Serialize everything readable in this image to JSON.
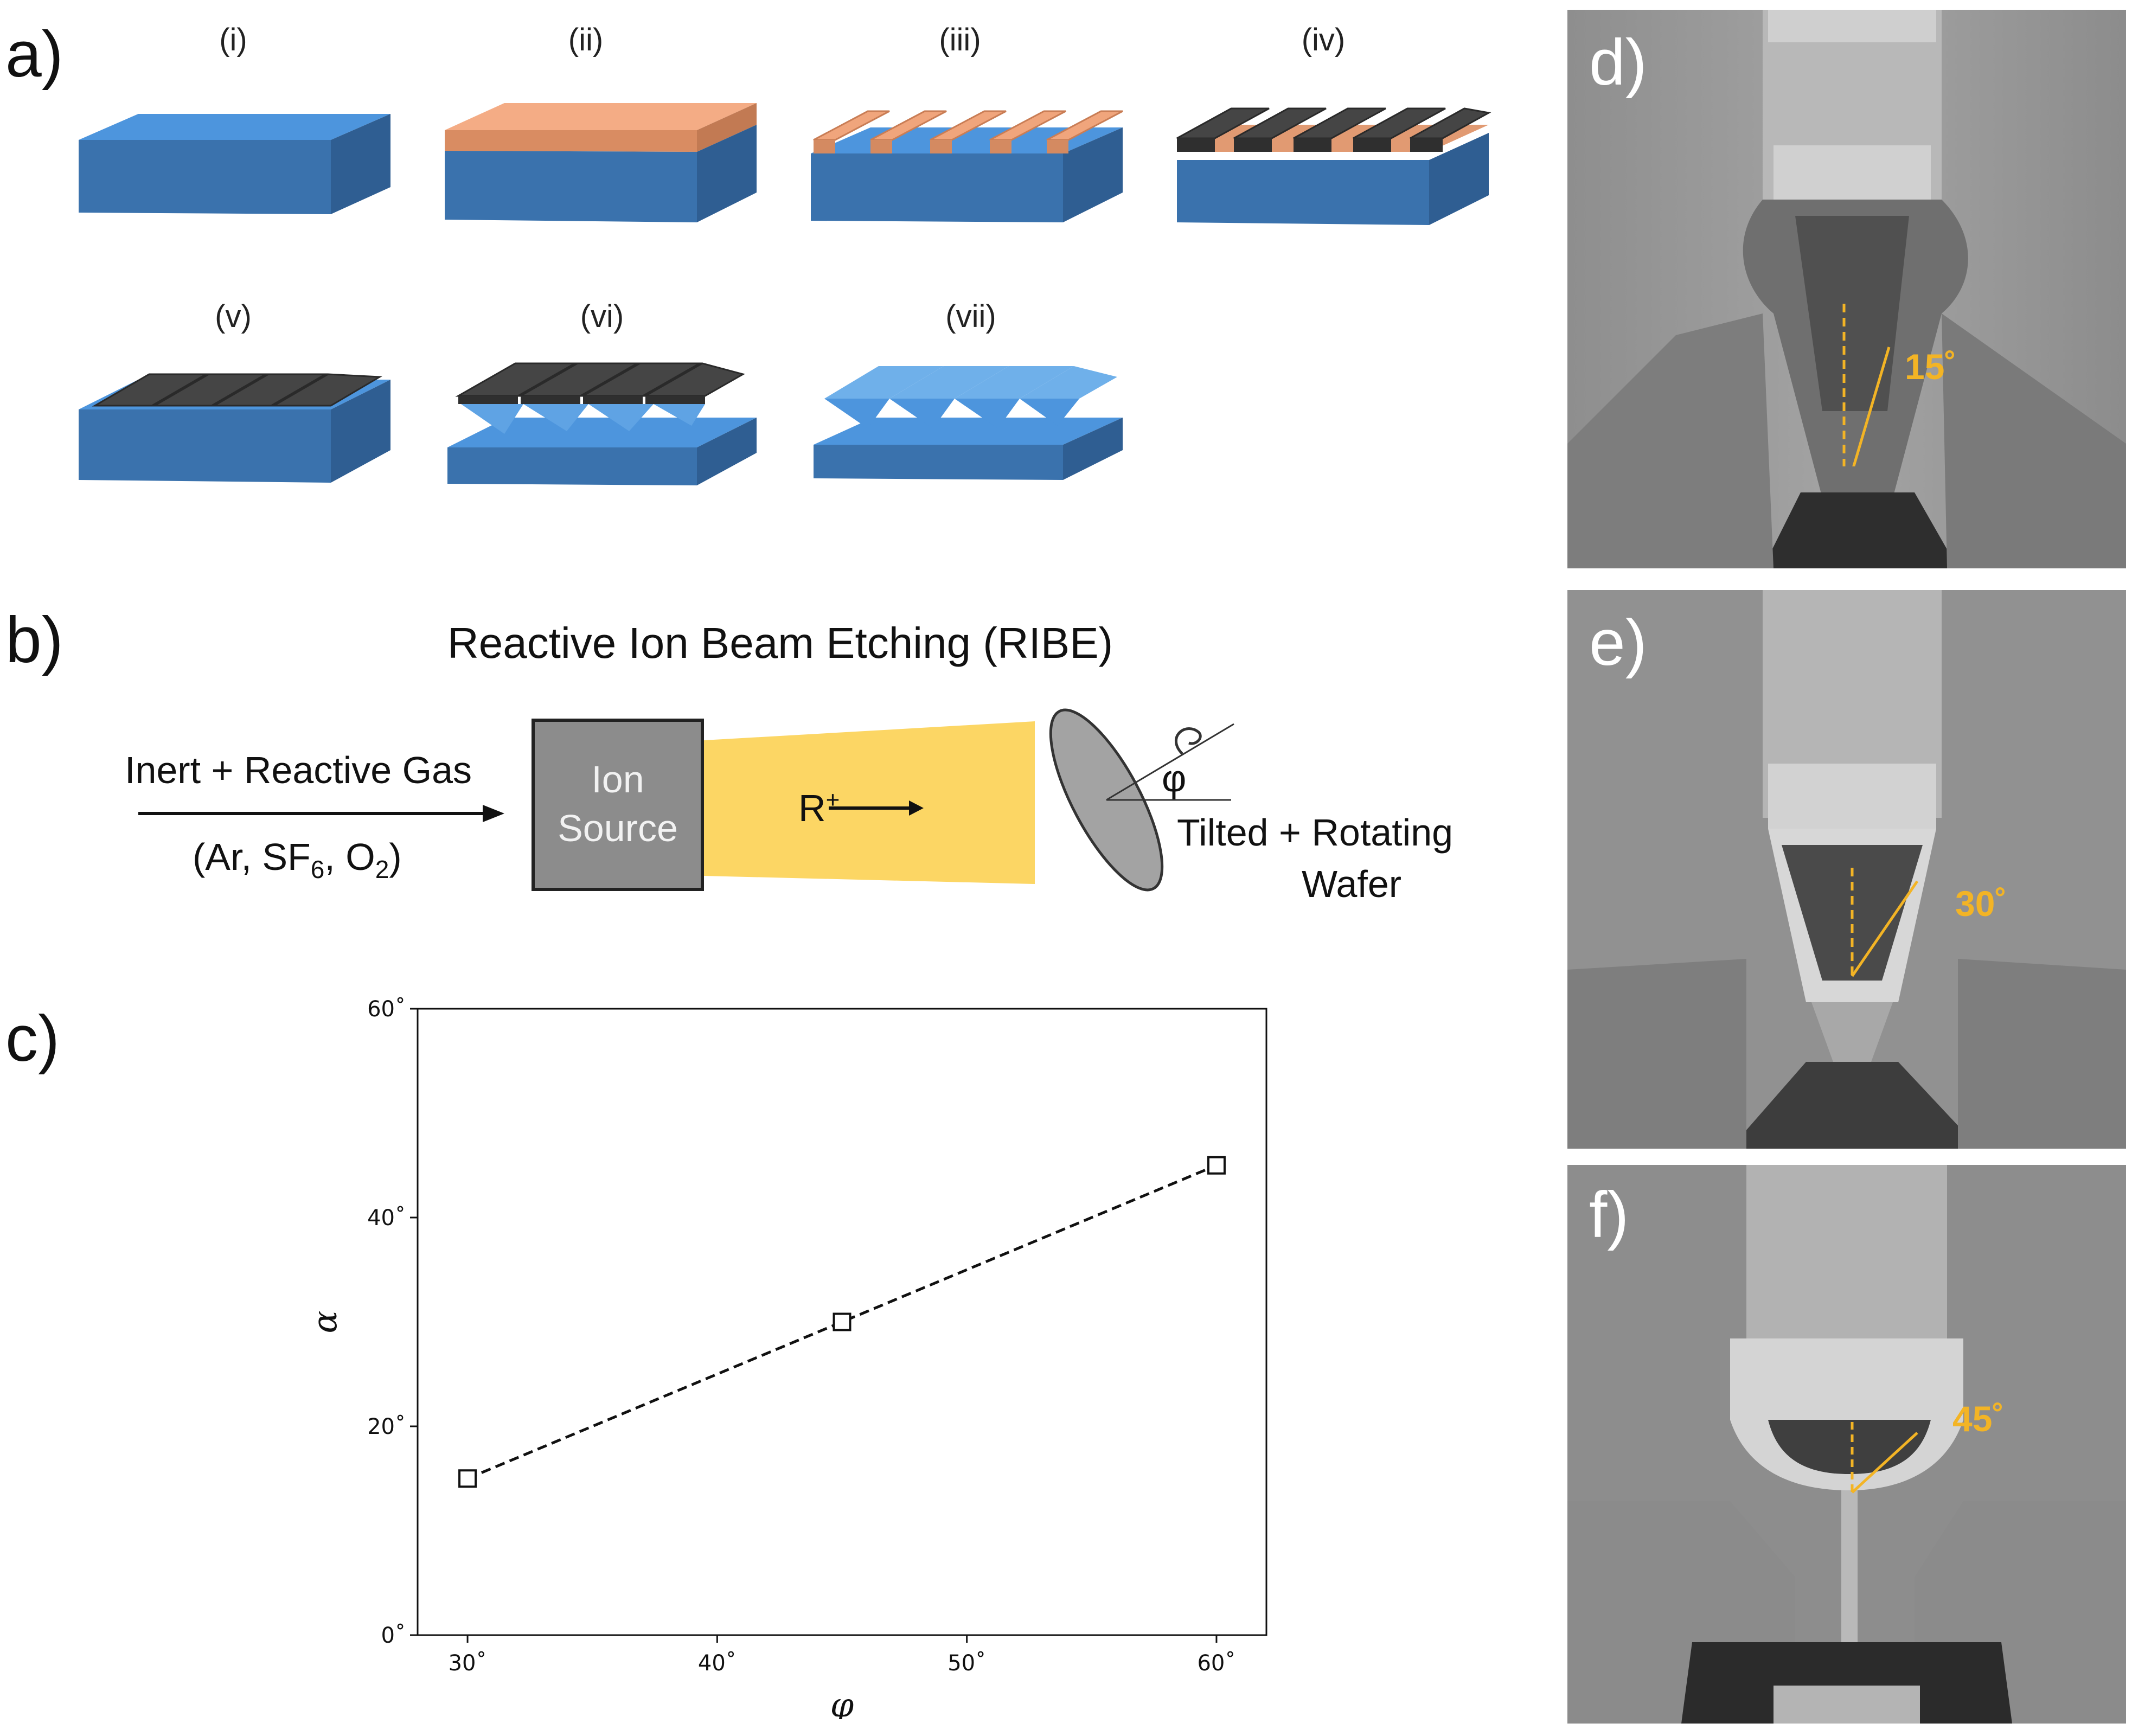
{
  "panels": {
    "a": {
      "label": "a)",
      "steps": [
        "(i)",
        "(ii)",
        "(iii)",
        "(iv)",
        "(v)",
        "(vi)",
        "(vii)"
      ]
    },
    "b": {
      "label": "b)",
      "title": "Reactive Ion Beam Etching (RIBE)",
      "gas_line1": "Inert + Reactive Gas",
      "gas_line2": "(Ar, SF",
      "gas_sub6": "6",
      "gas_mid": ", O",
      "gas_sub2": "2",
      "gas_end": ")",
      "source_line1": "Ion",
      "source_line2": "Source",
      "ion_label": "R",
      "ion_sup": "+",
      "phi": "φ",
      "wafer_line1": "Tilted + Rotating",
      "wafer_line2": "Wafer"
    },
    "c": {
      "label": "c)"
    },
    "d": {
      "label": "d)",
      "angle": "15˚"
    },
    "e": {
      "label": "e)",
      "angle": "30˚"
    },
    "f": {
      "label": "f)",
      "angle": "45˚"
    }
  },
  "colors": {
    "substrate_top": "#4a90d9",
    "substrate_front": "#3a6fa8",
    "resist": "#f2a882",
    "mask": "#444444",
    "beam": "#fcd664",
    "source_box": "#8c8c8c",
    "angle_annotation": "#f3b425"
  },
  "chart_data": {
    "type": "scatter",
    "title": "",
    "xlabel": "φ",
    "ylabel": "α",
    "xlim": [
      28,
      62
    ],
    "ylim": [
      0,
      60
    ],
    "x_ticks": [
      30,
      40,
      50,
      60
    ],
    "y_ticks": [
      0,
      20,
      40,
      60
    ],
    "x_tick_labels": [
      "30˚",
      "40˚",
      "50˚",
      "60˚"
    ],
    "y_tick_labels": [
      "0˚",
      "20˚",
      "40˚",
      "60˚"
    ],
    "grid": false,
    "series": [
      {
        "x": [
          30,
          45,
          60
        ],
        "y": [
          15,
          30,
          45
        ],
        "marker": "square",
        "line": "dashed"
      }
    ]
  }
}
